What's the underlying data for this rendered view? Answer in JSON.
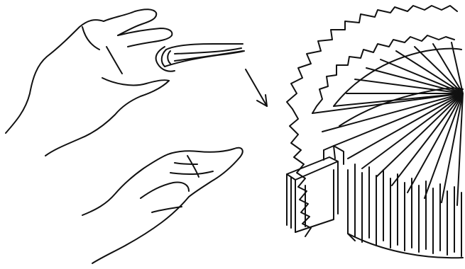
{
  "illustration": {
    "kind": "line-art",
    "ink_color": "#111111",
    "background_color": "#ffffff",
    "parts": [
      "upper-hand",
      "folded-paper-strip",
      "direction-arrow",
      "lower-hand",
      "pleated-paper-fan"
    ]
  }
}
